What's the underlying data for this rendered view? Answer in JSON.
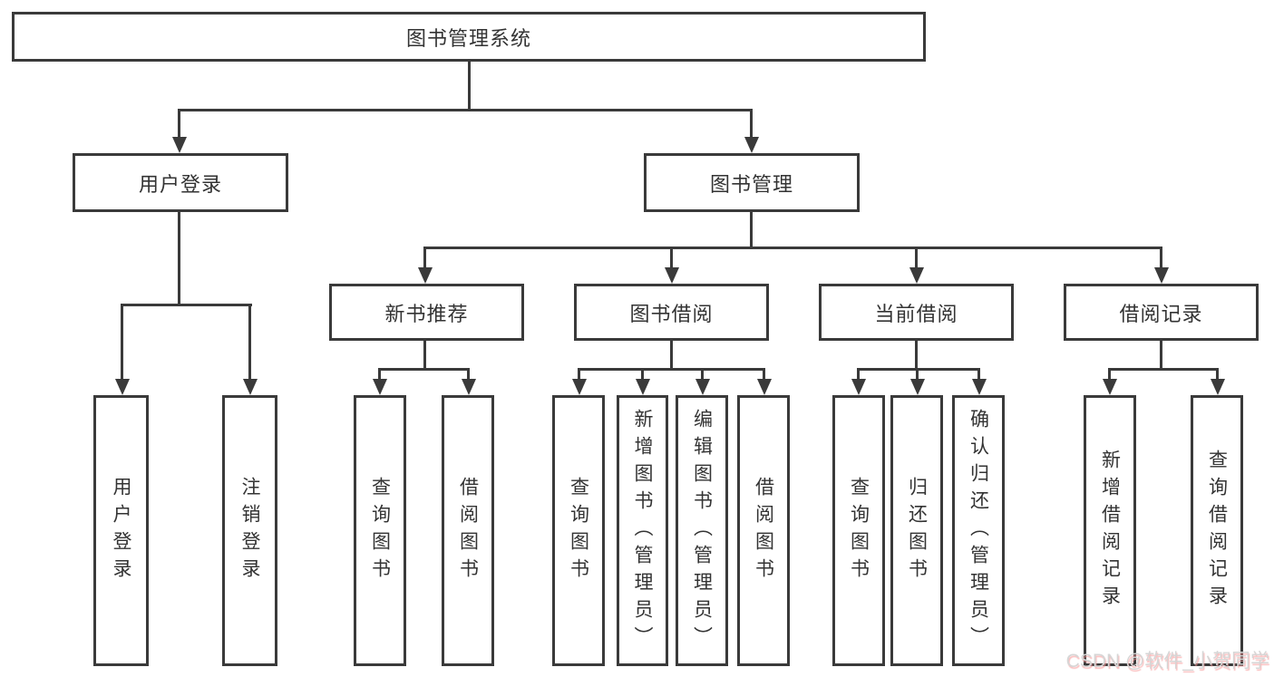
{
  "diagram": {
    "title_node": {
      "label": "图书管理系统"
    },
    "level2": [
      {
        "label": "用户登录"
      },
      {
        "label": "图书管理"
      }
    ],
    "level3": [
      {
        "label": "新书推荐"
      },
      {
        "label": "图书借阅"
      },
      {
        "label": "当前借阅"
      },
      {
        "label": "借阅记录"
      }
    ],
    "leaves": [
      {
        "label": "用户登录",
        "parent": "用户登录"
      },
      {
        "label": "注销登录",
        "parent": "用户登录"
      },
      {
        "label": "查询图书",
        "parent": "新书推荐"
      },
      {
        "label": "借阅图书",
        "parent": "新书推荐"
      },
      {
        "label": "查询图书",
        "parent": "图书借阅"
      },
      {
        "label": "新增图书（管理员）",
        "parent": "图书借阅"
      },
      {
        "label": "编辑图书（管理员）",
        "parent": "图书借阅"
      },
      {
        "label": "借阅图书",
        "parent": "图书借阅"
      },
      {
        "label": "查询图书",
        "parent": "当前借阅"
      },
      {
        "label": "归还图书",
        "parent": "当前借阅"
      },
      {
        "label": "确认归还（管理员）",
        "parent": "当前借阅"
      },
      {
        "label": "新增借阅记录",
        "parent": "借阅记录"
      },
      {
        "label": "查询借阅记录",
        "parent": "借阅记录"
      }
    ]
  },
  "watermark": {
    "text": "CSDN @软件_小贺同学"
  },
  "colors": {
    "line": "#3a3a3a",
    "box_background": "#ffffff",
    "text": "#333333",
    "watermark_text": "#d6d6d6",
    "watermark_shadow": "#f89696"
  }
}
